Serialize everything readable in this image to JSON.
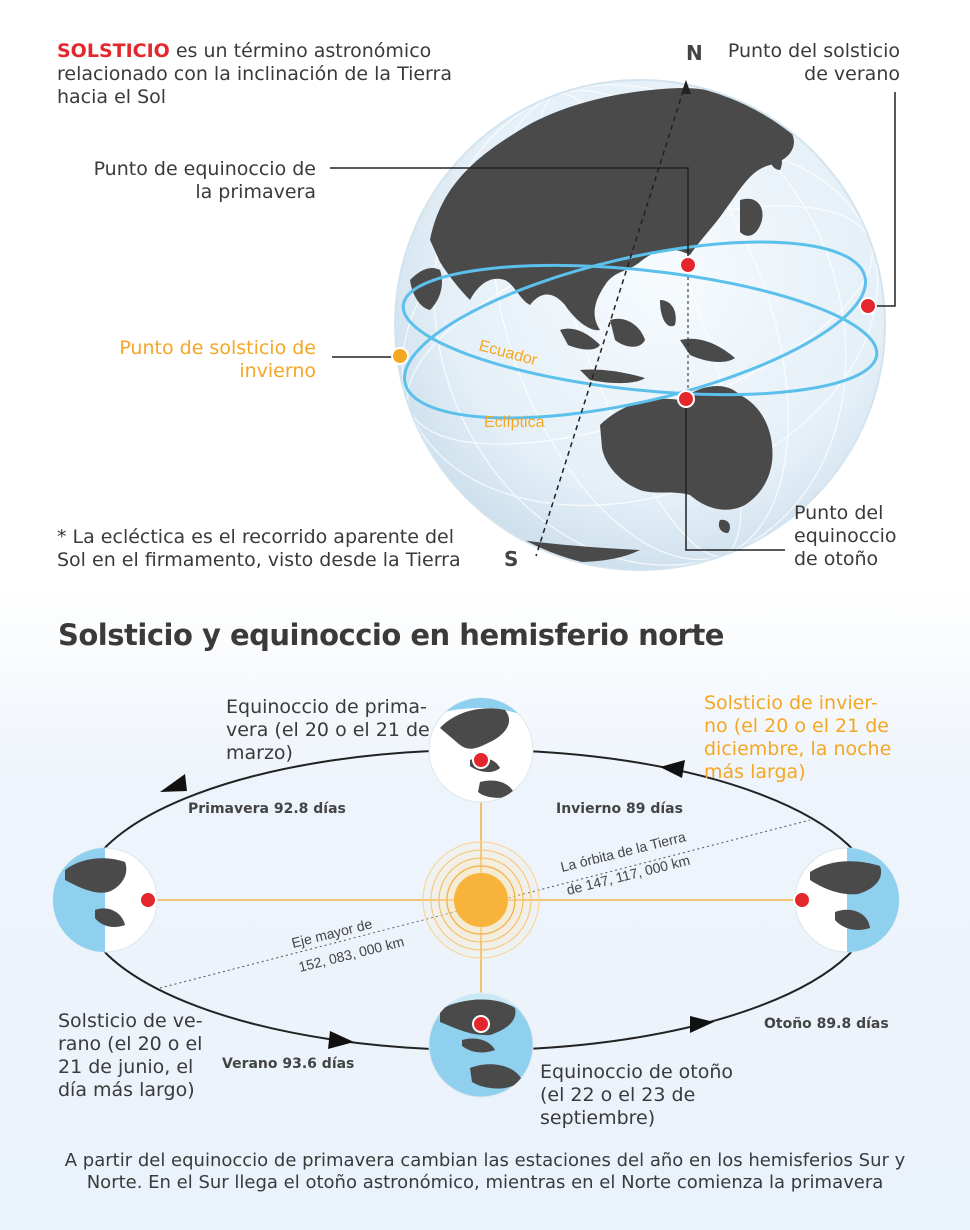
{
  "intro": {
    "highlight": "SOLSTICIO",
    "line1_rest": " es un término astronómico",
    "line2": "relacionado con la inclinación de la Tierra",
    "line3": "hacia el Sol"
  },
  "globe_labels": {
    "north": "N",
    "south": "S",
    "summer_solstice_point": [
      "Punto del solsticio",
      "de verano"
    ],
    "spring_equinox_point": [
      "Punto de equinoccio de",
      "la primavera"
    ],
    "winter_solstice_point": [
      "Punto de  solsticio de",
      "invierno"
    ],
    "autumn_equinox_point": [
      "Punto del",
      "equinoccio",
      "de otoño"
    ],
    "equator": "Ecuador",
    "ecliptic": "Eclíptica"
  },
  "footnote": [
    "* La ecléctica es el recorrido aparente del",
    "Sol en el firmamento, visto desde la Tierra"
  ],
  "orbit_section": {
    "title": "Solsticio y equinoccio en hemisferio norte",
    "spring_equinox": [
      "Equinoccio de prima-",
      "vera (el 20 o el 21 de",
      "marzo)"
    ],
    "winter_solstice": [
      "Solsticio de invier-",
      "no (el 20 o el 21 de",
      "diciembre, la noche",
      "más larga)"
    ],
    "summer_solstice": [
      "Solsticio de ve-",
      "rano (el 20 o el",
      "21 de junio, el",
      "día más largo)"
    ],
    "autumn_equinox": [
      "Equinoccio de otoño",
      "(el 22 o el 23 de",
      "septiembre)"
    ],
    "season_spring": "Primavera 92.8 días",
    "season_winter": "Invierno 89 días",
    "season_summer": "Verano 93.6 días",
    "season_autumn": "Otoño 89.8 días",
    "orbit_label": [
      "La órbita de la Tierra",
      "de 147, 117, 000 km"
    ],
    "major_axis_label": [
      "Eje mayor de",
      "152, 083, 000 km"
    ]
  },
  "conclusion": [
    "A partir del equinoccio de primavera cambian las estaciones del año en los hemisferios Sur y",
    "Norte. En el Sur llega el otoño astronómico, mientras en el Norte comienza la primavera"
  ],
  "colors": {
    "accent_red": "#e3272d",
    "accent_orange": "#f5a623",
    "orbit_blue": "#5bc0eb",
    "land": "#4a4a4a",
    "ocean": "#e6f1f8"
  }
}
